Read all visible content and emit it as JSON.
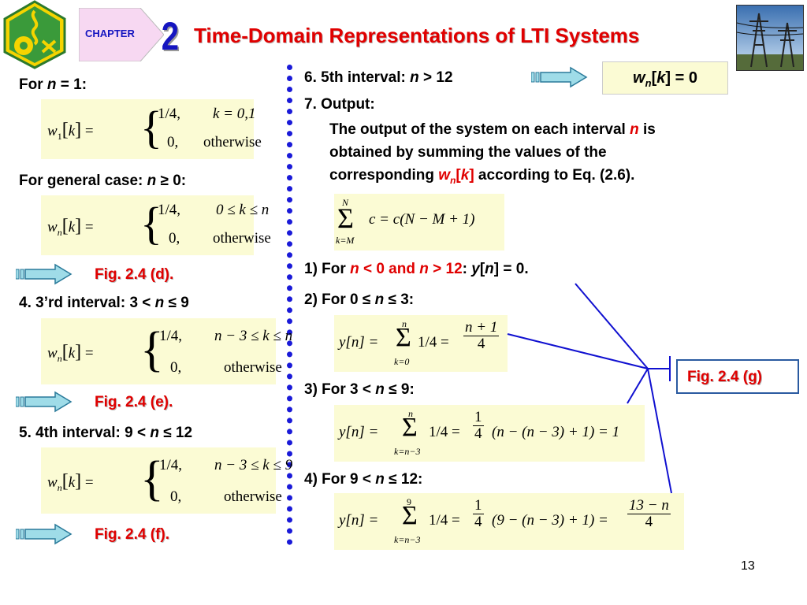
{
  "header": {
    "chapter_label": "CHAPTER",
    "chapter_number": "2",
    "title": "Time-Domain Representations of LTI Systems"
  },
  "left": {
    "h1": {
      "pre": "For ",
      "var": "n",
      "post": " = 1:"
    },
    "eq1": {
      "lhs": "w",
      "sub": "1",
      "arg": "k",
      "c1": "1/4,",
      "c1r": "k = 0,1",
      "c2": "0,",
      "c2r": "otherwise"
    },
    "h2": {
      "pre": "For general case: ",
      "var": "n",
      "post": " ≥ 0:"
    },
    "eq2": {
      "lhs": "w",
      "sub": "n",
      "arg": "k",
      "c1": "1/4,",
      "c1r": "0 ≤ k ≤ n",
      "c2": "0,",
      "c2r": "otherwise"
    },
    "fig_d": "Fig. 2.4 (d).",
    "h3": {
      "pre": "4. 3’rd  interval: 3 < ",
      "var": "n",
      "post": " ≤ 9"
    },
    "eq3": {
      "lhs": "w",
      "sub": "n",
      "arg": "k",
      "c1": "1/4,",
      "c1r": "n − 3 ≤ k ≤ n",
      "c2": "0,",
      "c2r": "otherwise"
    },
    "fig_e": "Fig. 2.4 (e).",
    "h4": {
      "pre": "5. 4th interval: 9 < ",
      "var": "n",
      "post": " ≤ 12"
    },
    "eq4": {
      "lhs": "w",
      "sub": "n",
      "arg": "k",
      "c1": "1/4,",
      "c1r": "n − 3 ≤ k ≤ 9",
      "c2": "0,",
      "c2r": "otherwise"
    },
    "fig_f": "Fig. 2.4 (f)."
  },
  "right": {
    "i6": {
      "pre": "6. 5th  interval: ",
      "var": "n",
      "post": " > 12"
    },
    "i6_result": {
      "w": "w",
      "sub": "n",
      "arg": "k",
      "val": "] = 0"
    },
    "i7": "7. Output:",
    "p1": {
      "a": "The output of the system on each interval ",
      "var": "n",
      "b": " is"
    },
    "p2": "obtained by summing the values of the",
    "p3": {
      "a": "corresponding ",
      "w": "w",
      "sub": "n",
      "arg": "k",
      "b": " according to Eq. (2.6)."
    },
    "sum_eq": {
      "top": "N",
      "bot": "k=M",
      "body": "c = c(N − M + 1)"
    },
    "c1": {
      "a": "1) For ",
      "r1": "n",
      "r2": " < 0 and ",
      "r3": "n",
      "r4": " > 12",
      "b": ": ",
      "y": "y",
      "n": "n",
      "c": "] = 0."
    },
    "c2": {
      "a": "2) For 0 ≤ ",
      "var": "n",
      "b": " ≤ 3:"
    },
    "e2": {
      "lhs": "y[n] =",
      "top": "n",
      "bot": "k=0",
      "body": "1/4 =",
      "num": "n + 1",
      "den": "4"
    },
    "c3": {
      "a": "3) For 3 < ",
      "var": "n",
      "b": " ≤ 9:"
    },
    "e3": {
      "lhs": "y[n] =",
      "top": "n",
      "bot": "k=n−3",
      "body": "1/4 =",
      "num": "1",
      "den": "4",
      "tail": "(n − (n − 3) + 1) = 1"
    },
    "c4": {
      "a": "4) For 9 < ",
      "var": "n",
      "b": " ≤ 12:"
    },
    "e4": {
      "lhs": "y[n] =",
      "top": "9",
      "bot": "k=n−3",
      "body": "1/4 =",
      "num": "1",
      "den": "4",
      "tail": "(9 − (n − 3) + 1) =",
      "num2": "13 − n",
      "den2": "4"
    },
    "fig_g": "Fig. 2.4 (g)"
  },
  "page_number": "13",
  "colors": {
    "accent_red": "#e00000",
    "title_red": "#e00000",
    "chapter_blue": "#1515c0",
    "dotted_divider": "#1a1ad8",
    "eq_bg": "#fbfbd4",
    "arrow_fill": "#9fdce8"
  }
}
